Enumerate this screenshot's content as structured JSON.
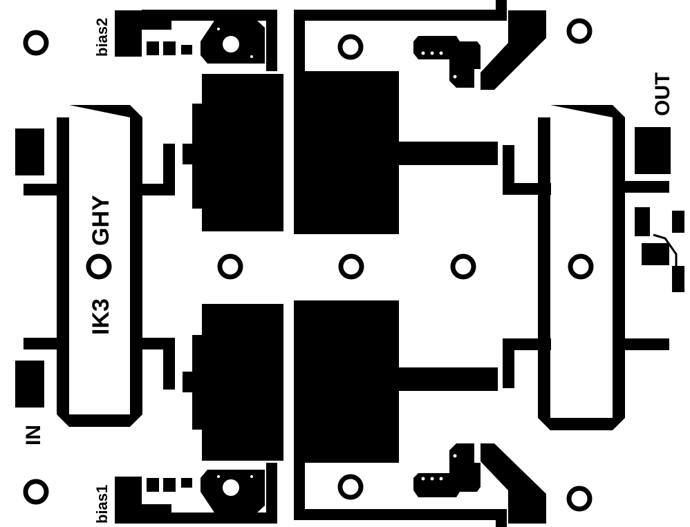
{
  "labels": {
    "bias2": "bias2",
    "bias1": "bias1",
    "out": "OUT",
    "in": "IN",
    "callsign_top": "GHY",
    "callsign_bottom": "IK3"
  },
  "colors": {
    "copper": "#000000",
    "substrate": "#ffffff"
  },
  "icons": {
    "mounting_hole": "ring-circle",
    "transistor_pad": "circle-on-square"
  }
}
